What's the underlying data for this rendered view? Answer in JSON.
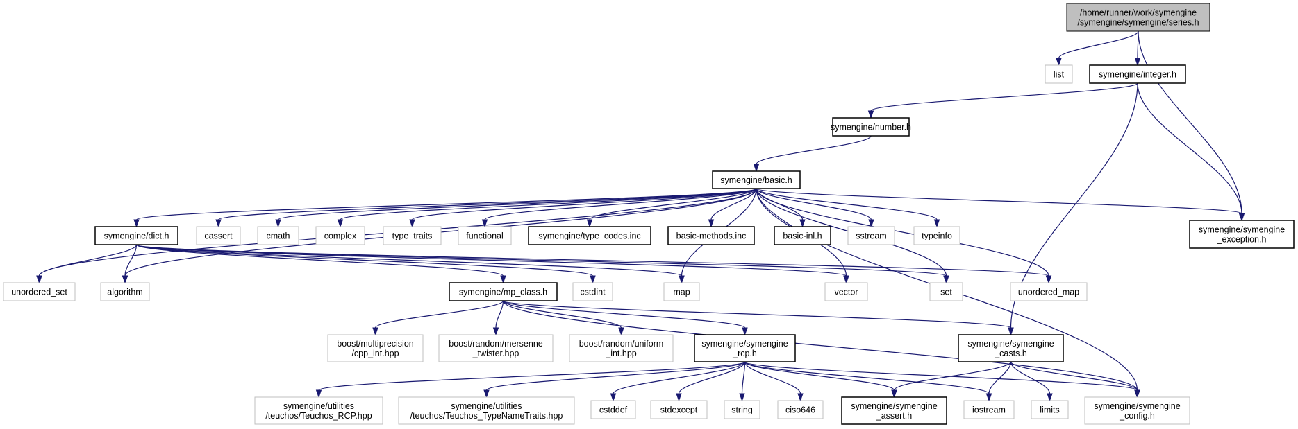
{
  "graph": {
    "nodes": [
      {
        "id": "series",
        "kind": "root",
        "lines": [
          "/home/runner/work/symengine",
          "/symengine/symengine/series.h"
        ]
      },
      {
        "id": "list",
        "kind": "ext",
        "lines": [
          "list"
        ]
      },
      {
        "id": "integer",
        "kind": "local",
        "lines": [
          "symengine/integer.h"
        ]
      },
      {
        "id": "number",
        "kind": "local",
        "lines": [
          "symengine/number.h"
        ]
      },
      {
        "id": "basic",
        "kind": "local",
        "lines": [
          "symengine/basic.h"
        ]
      },
      {
        "id": "dict",
        "kind": "local",
        "lines": [
          "symengine/dict.h"
        ]
      },
      {
        "id": "cassert",
        "kind": "ext",
        "lines": [
          "cassert"
        ]
      },
      {
        "id": "cmath",
        "kind": "ext",
        "lines": [
          "cmath"
        ]
      },
      {
        "id": "complex",
        "kind": "ext",
        "lines": [
          "complex"
        ]
      },
      {
        "id": "type_traits",
        "kind": "ext",
        "lines": [
          "type_traits"
        ]
      },
      {
        "id": "functional",
        "kind": "ext",
        "lines": [
          "functional"
        ]
      },
      {
        "id": "type_codes",
        "kind": "local",
        "lines": [
          "symengine/type_codes.inc"
        ]
      },
      {
        "id": "basic_methods",
        "kind": "local",
        "lines": [
          "basic-methods.inc"
        ]
      },
      {
        "id": "basic_inl",
        "kind": "local",
        "lines": [
          "basic-inl.h"
        ]
      },
      {
        "id": "sstream",
        "kind": "ext",
        "lines": [
          "sstream"
        ]
      },
      {
        "id": "typeinfo",
        "kind": "ext",
        "lines": [
          "typeinfo"
        ]
      },
      {
        "id": "exception",
        "kind": "local",
        "lines": [
          "symengine/symengine",
          "_exception.h"
        ]
      },
      {
        "id": "unordered_set",
        "kind": "ext",
        "lines": [
          "unordered_set"
        ]
      },
      {
        "id": "algorithm",
        "kind": "ext",
        "lines": [
          "algorithm"
        ]
      },
      {
        "id": "mp_class",
        "kind": "local",
        "lines": [
          "symengine/mp_class.h"
        ]
      },
      {
        "id": "cstdint",
        "kind": "ext",
        "lines": [
          "cstdint"
        ]
      },
      {
        "id": "map",
        "kind": "ext",
        "lines": [
          "map"
        ]
      },
      {
        "id": "vector",
        "kind": "ext",
        "lines": [
          "vector"
        ]
      },
      {
        "id": "set",
        "kind": "ext",
        "lines": [
          "set"
        ]
      },
      {
        "id": "unordered_map",
        "kind": "ext",
        "lines": [
          "unordered_map"
        ]
      },
      {
        "id": "cpp_int",
        "kind": "ext",
        "lines": [
          "boost/multiprecision",
          "/cpp_int.hpp"
        ]
      },
      {
        "id": "mersenne",
        "kind": "ext",
        "lines": [
          "boost/random/mersenne",
          "_twister.hpp"
        ]
      },
      {
        "id": "uniform_int",
        "kind": "ext",
        "lines": [
          "boost/random/uniform",
          "_int.hpp"
        ]
      },
      {
        "id": "rcp",
        "kind": "local",
        "lines": [
          "symengine/symengine",
          "_rcp.h"
        ]
      },
      {
        "id": "casts",
        "kind": "local",
        "lines": [
          "symengine/symengine",
          "_casts.h"
        ]
      },
      {
        "id": "teuchos_rcp",
        "kind": "ext",
        "lines": [
          "symengine/utilities",
          "/teuchos/Teuchos_RCP.hpp"
        ]
      },
      {
        "id": "teuchos_tnt",
        "kind": "ext",
        "lines": [
          "symengine/utilities",
          "/teuchos/Teuchos_TypeNameTraits.hpp"
        ]
      },
      {
        "id": "cstddef",
        "kind": "ext",
        "lines": [
          "cstddef"
        ]
      },
      {
        "id": "stdexcept",
        "kind": "ext",
        "lines": [
          "stdexcept"
        ]
      },
      {
        "id": "string",
        "kind": "ext",
        "lines": [
          "string"
        ]
      },
      {
        "id": "ciso646",
        "kind": "ext",
        "lines": [
          "ciso646"
        ]
      },
      {
        "id": "assert",
        "kind": "local",
        "lines": [
          "symengine/symengine",
          "_assert.h"
        ]
      },
      {
        "id": "iostream",
        "kind": "ext",
        "lines": [
          "iostream"
        ]
      },
      {
        "id": "limits",
        "kind": "ext",
        "lines": [
          "limits"
        ]
      },
      {
        "id": "config",
        "kind": "ext",
        "lines": [
          "symengine/symengine",
          "_config.h"
        ]
      }
    ],
    "edges": [
      [
        "series",
        "list"
      ],
      [
        "series",
        "integer"
      ],
      [
        "series",
        "exception"
      ],
      [
        "integer",
        "number"
      ],
      [
        "integer",
        "exception"
      ],
      [
        "integer",
        "casts"
      ],
      [
        "number",
        "basic"
      ],
      [
        "basic",
        "dict"
      ],
      [
        "basic",
        "cassert"
      ],
      [
        "basic",
        "cmath"
      ],
      [
        "basic",
        "complex"
      ],
      [
        "basic",
        "type_traits"
      ],
      [
        "basic",
        "functional"
      ],
      [
        "basic",
        "type_codes"
      ],
      [
        "basic",
        "basic_methods"
      ],
      [
        "basic",
        "basic_inl"
      ],
      [
        "basic",
        "sstream"
      ],
      [
        "basic",
        "typeinfo"
      ],
      [
        "basic",
        "exception"
      ],
      [
        "basic",
        "unordered_set"
      ],
      [
        "basic",
        "algorithm"
      ],
      [
        "basic",
        "map"
      ],
      [
        "basic",
        "vector"
      ],
      [
        "basic",
        "set"
      ],
      [
        "basic",
        "unordered_map"
      ],
      [
        "basic",
        "config"
      ],
      [
        "dict",
        "unordered_set"
      ],
      [
        "dict",
        "algorithm"
      ],
      [
        "dict",
        "mp_class"
      ],
      [
        "dict",
        "cstdint"
      ],
      [
        "dict",
        "map"
      ],
      [
        "dict",
        "vector"
      ],
      [
        "dict",
        "set"
      ],
      [
        "dict",
        "unordered_map"
      ],
      [
        "mp_class",
        "cpp_int"
      ],
      [
        "mp_class",
        "mersenne"
      ],
      [
        "mp_class",
        "uniform_int"
      ],
      [
        "mp_class",
        "rcp"
      ],
      [
        "mp_class",
        "casts"
      ],
      [
        "mp_class",
        "config"
      ],
      [
        "rcp",
        "teuchos_rcp"
      ],
      [
        "rcp",
        "teuchos_tnt"
      ],
      [
        "rcp",
        "cstddef"
      ],
      [
        "rcp",
        "stdexcept"
      ],
      [
        "rcp",
        "string"
      ],
      [
        "rcp",
        "ciso646"
      ],
      [
        "rcp",
        "assert"
      ],
      [
        "rcp",
        "iostream"
      ],
      [
        "rcp",
        "config"
      ],
      [
        "casts",
        "assert"
      ],
      [
        "casts",
        "iostream"
      ],
      [
        "casts",
        "limits"
      ],
      [
        "casts",
        "config"
      ]
    ]
  }
}
